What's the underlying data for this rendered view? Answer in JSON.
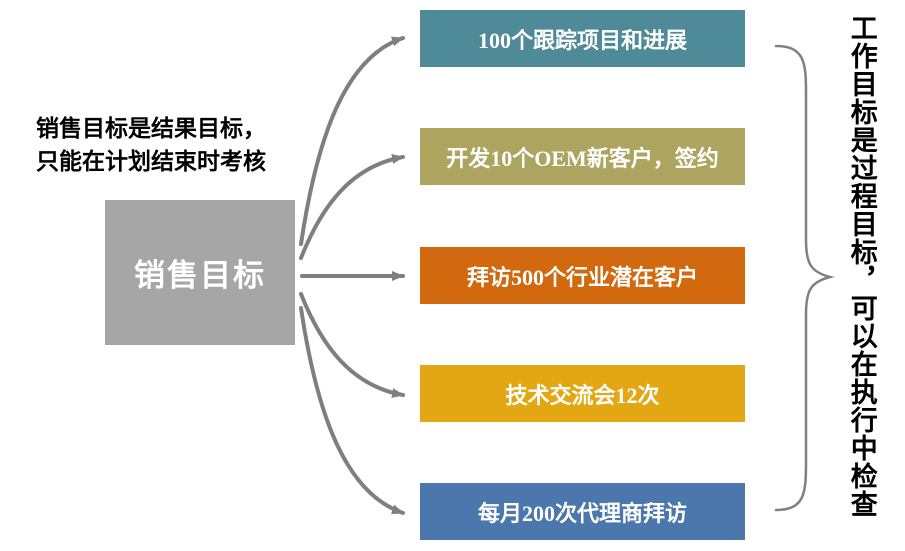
{
  "left_note": {
    "line1": "销售目标是结果目标，",
    "line2": "只能在计划结束时考核"
  },
  "main_box": {
    "label": "销售目标",
    "color": "#a6a6a6"
  },
  "items": [
    {
      "label": "100个跟踪项目和进展",
      "color": "#4f8a99"
    },
    {
      "label": "开发10个OEM新客户，签约",
      "color": "#aca45f"
    },
    {
      "label": "拜访500个行业潜在客户",
      "color": "#d2690e"
    },
    {
      "label": "技术交流会12次",
      "color": "#e2a713"
    },
    {
      "label": "每月200次代理商拜访",
      "color": "#4b77ad"
    }
  ],
  "right_note": {
    "text": "工作目标是过程目标，可以在执行中检查"
  },
  "diagram": {
    "arrow_color": "#7f7f7f",
    "brace_color": "#808080"
  }
}
